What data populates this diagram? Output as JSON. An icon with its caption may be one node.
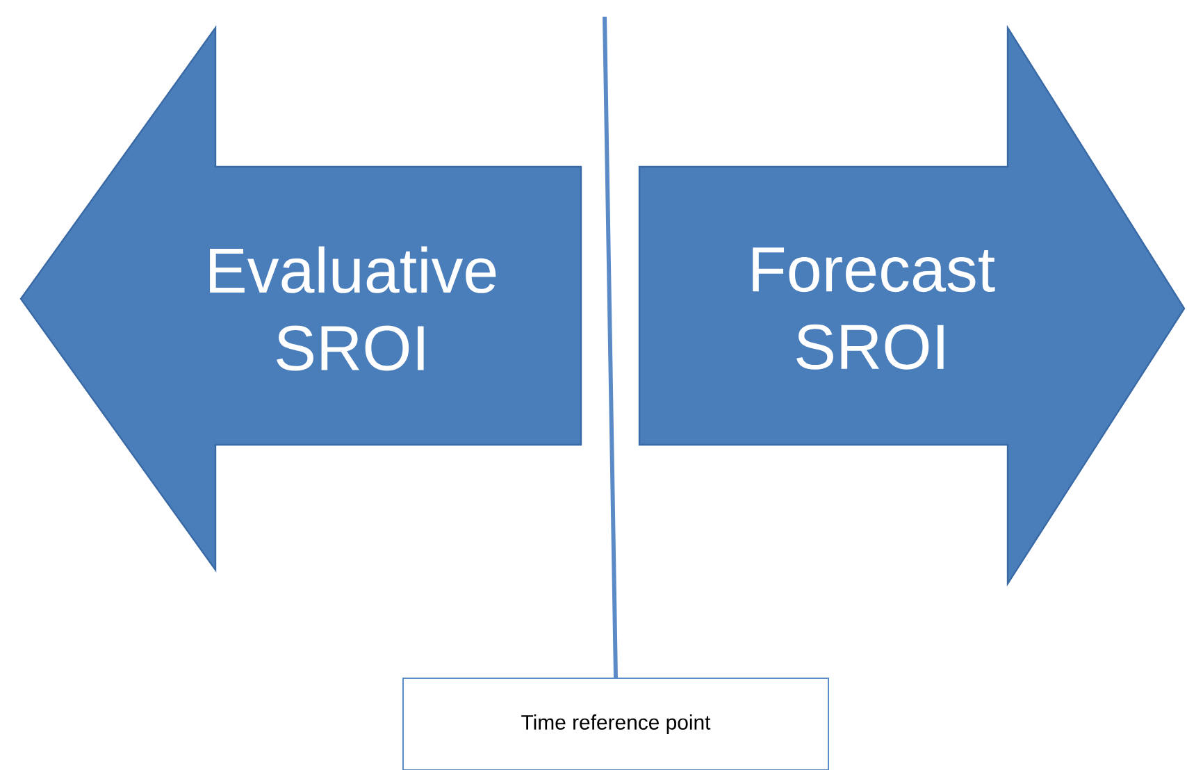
{
  "diagram": {
    "nodes": [
      {
        "text": [
          "Evaluative SROI"
        ]
      },
      {
        "text": [
          "Forecast SROI"
        ]
      },
      {
        "text": [
          "Time reference point"
        ]
      }
    ],
    "edges": [
      {
        "from": null,
        "to": 2,
        "arrow": "none"
      }
    ]
  }
}
